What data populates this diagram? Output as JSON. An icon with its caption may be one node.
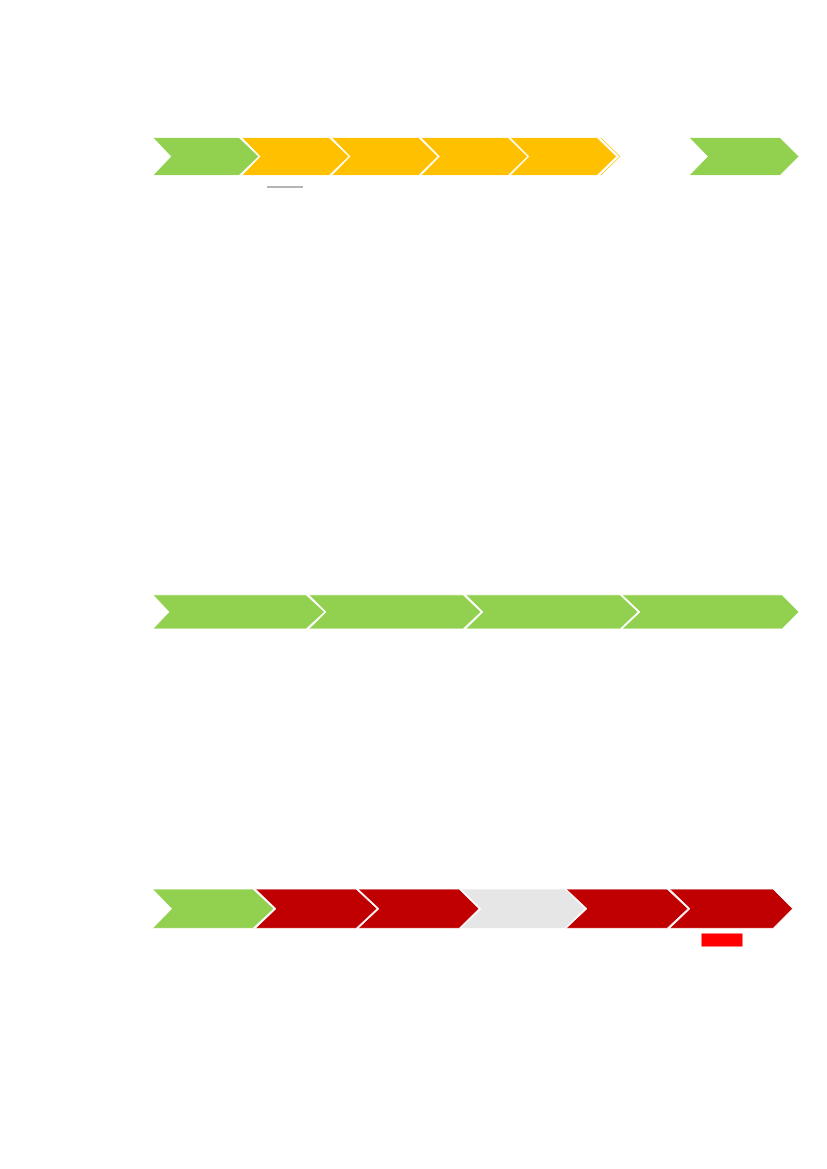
{
  "diagram": {
    "nodes": [
      {
        "text": [],
        "shape": "chevron"
      },
      {
        "text": [],
        "shape": "chevron"
      },
      {
        "text": [],
        "shape": "chevron"
      },
      {
        "text": [],
        "shape": "chevron"
      },
      {
        "text": [],
        "shape": "chevron"
      },
      {
        "text": [],
        "shape": "chevron"
      },
      {
        "text": [],
        "shape": "chevron"
      },
      {
        "text": [],
        "shape": "chevron"
      },
      {
        "text": [],
        "shape": "chevron"
      },
      {
        "text": [],
        "shape": "chevron"
      },
      {
        "text": [],
        "shape": "chevron"
      },
      {
        "text": [],
        "shape": "chevron"
      },
      {
        "text": [],
        "shape": "chevron"
      },
      {
        "text": [],
        "shape": "chevron"
      },
      {
        "text": [],
        "shape": "chevron"
      },
      {
        "text": [],
        "shape": "chevron"
      }
    ]
  }
}
